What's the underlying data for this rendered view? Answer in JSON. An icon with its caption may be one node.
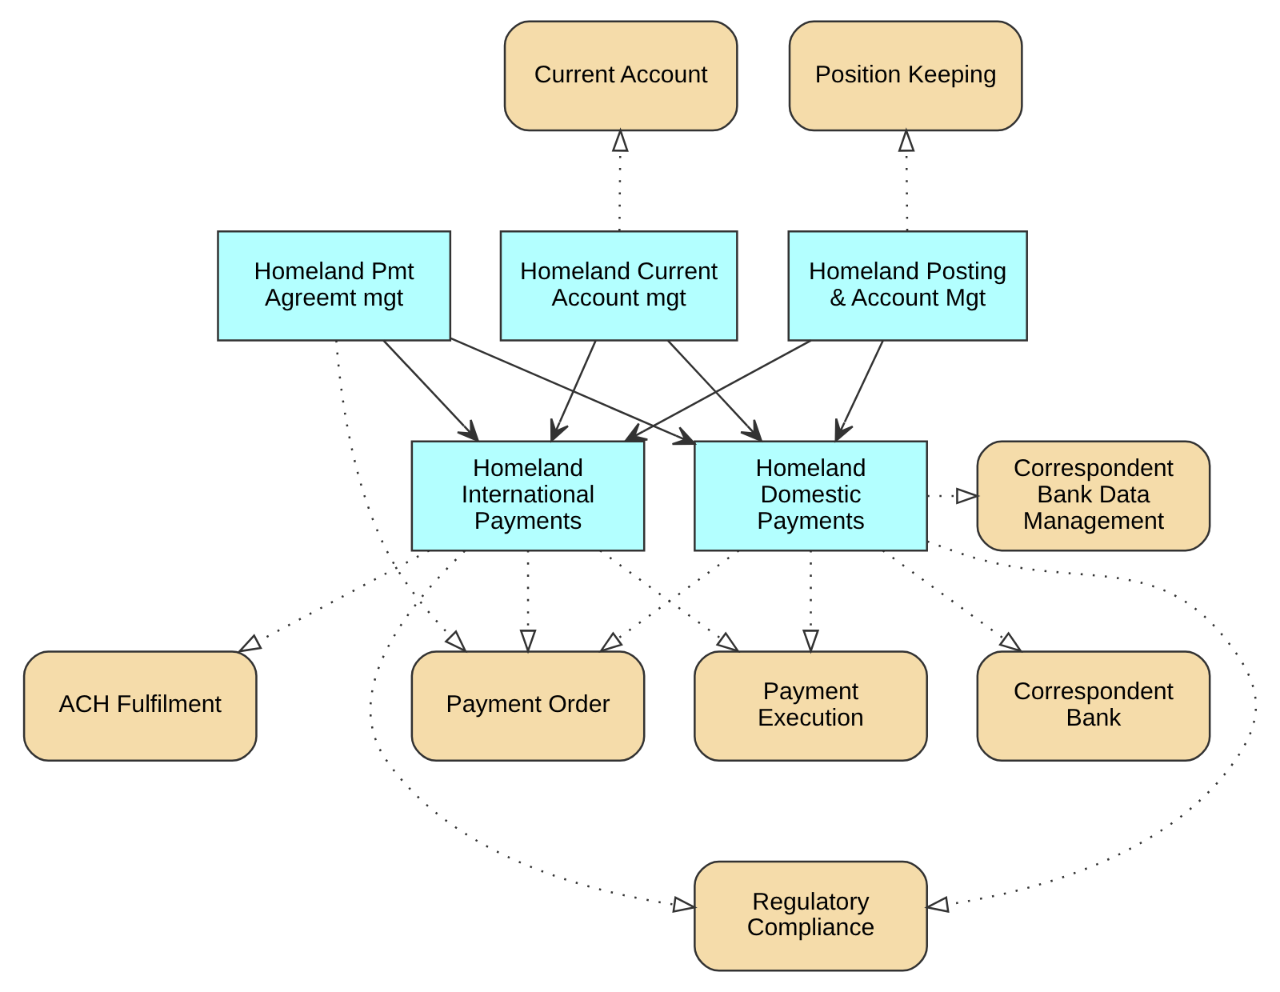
{
  "diagram": {
    "nodes": [
      {
        "text": [
          "Current Account"
        ]
      },
      {
        "text": [
          "Position Keeping"
        ]
      },
      {
        "text": [
          "Homeland Current Account mgt"
        ]
      },
      {
        "text": [
          "Homeland Pmt Agreemt mgt"
        ]
      },
      {
        "text": [
          "Homeland Posting & Account Mgt"
        ]
      },
      {
        "text": [
          "Correspondent Bank Data Management"
        ]
      },
      {
        "text": [
          "Homeland Domestic Payments"
        ]
      },
      {
        "text": [
          "Homeland International Payments"
        ]
      },
      {
        "text": [
          "Correspondent Bank"
        ]
      },
      {
        "text": [
          "Payment Order"
        ]
      },
      {
        "text": [
          "Payment Execution"
        ]
      },
      {
        "text": [
          "ACH Fulfilment"
        ]
      },
      {
        "text": [
          "Regulatory Compliance"
        ]
      }
    ],
    "edges": [
      {
        "from": 2,
        "to": 0,
        "arrow": "to",
        "style": "dashed"
      },
      {
        "from": 4,
        "to": 1,
        "arrow": "to",
        "style": "dashed"
      },
      {
        "from": 2,
        "to": 6,
        "arrow": "to"
      },
      {
        "from": 2,
        "to": 7,
        "arrow": "to"
      },
      {
        "from": 3,
        "to": 6,
        "arrow": "to"
      },
      {
        "from": 3,
        "to": 7,
        "arrow": "to"
      },
      {
        "from": 4,
        "to": 6,
        "arrow": "to"
      },
      {
        "from": 4,
        "to": 7,
        "arrow": "to"
      },
      {
        "from": 3,
        "to": 9,
        "arrow": "to",
        "style": "dashed"
      },
      {
        "from": 6,
        "to": 5,
        "arrow": "to",
        "style": "dashed"
      },
      {
        "from": 6,
        "to": 8,
        "arrow": "to",
        "style": "dashed"
      },
      {
        "from": 6,
        "to": 9,
        "arrow": "to",
        "style": "dashed"
      },
      {
        "from": 6,
        "to": 10,
        "arrow": "to",
        "style": "dashed"
      },
      {
        "from": 6,
        "to": 12,
        "arrow": "to",
        "style": "dashed"
      },
      {
        "from": 7,
        "to": 9,
        "arrow": "to",
        "style": "dashed"
      },
      {
        "from": 7,
        "to": 10,
        "arrow": "to",
        "style": "dashed"
      },
      {
        "from": 7,
        "to": 11,
        "arrow": "to",
        "style": "dashed"
      },
      {
        "from": 7,
        "to": 12,
        "arrow": "to",
        "style": "dashed"
      }
    ]
  }
}
